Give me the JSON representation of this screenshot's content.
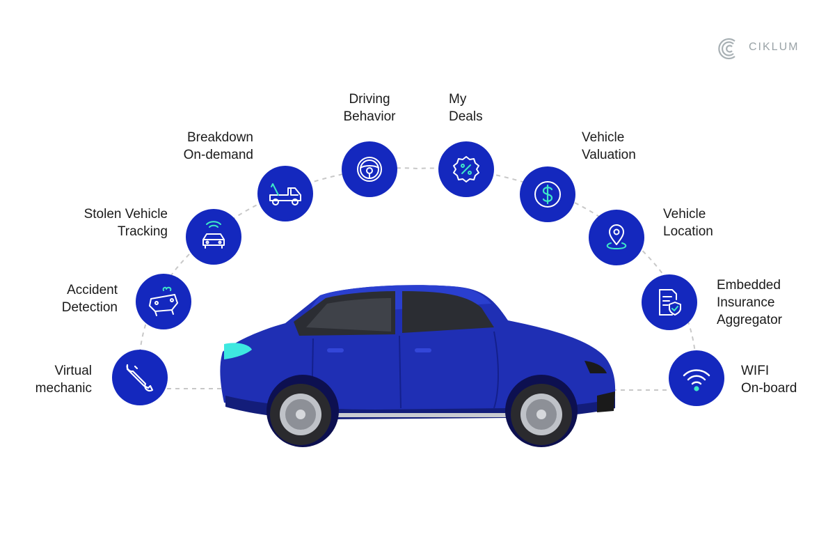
{
  "brand": {
    "name": "CIKLUM"
  },
  "colors": {
    "circle": "#1428be",
    "icon_stroke": "#ffffff",
    "icon_accent": "#3ee8c8",
    "dash": "#c8c8c8",
    "car_body": "#1f2fb4",
    "car_light": "#3ee8e0"
  },
  "features": [
    {
      "id": "virtual-mechanic",
      "icon": "wrench-icon",
      "lines": [
        "Virtual",
        "mechanic"
      ]
    },
    {
      "id": "accident-detection",
      "icon": "overturned-car-icon",
      "lines": [
        "Accident",
        "Detection"
      ]
    },
    {
      "id": "stolen-vehicle-tracking",
      "icon": "car-signal-icon",
      "lines": [
        "Stolen Vehicle",
        "Tracking"
      ]
    },
    {
      "id": "breakdown-on-demand",
      "icon": "tow-truck-icon",
      "lines": [
        "Breakdown",
        "On-demand"
      ]
    },
    {
      "id": "driving-behavior",
      "icon": "steering-wheel-icon",
      "lines": [
        "Driving",
        "Behavior"
      ]
    },
    {
      "id": "my-deals",
      "icon": "discount-badge-icon",
      "lines": [
        "My",
        "Deals"
      ]
    },
    {
      "id": "vehicle-valuation",
      "icon": "dollar-icon",
      "lines": [
        "Vehicle",
        "Valuation"
      ]
    },
    {
      "id": "vehicle-location",
      "icon": "location-pin-icon",
      "lines": [
        "Vehicle",
        "Location"
      ]
    },
    {
      "id": "embedded-insurance",
      "icon": "insurance-document-icon",
      "lines": [
        "Embedded",
        "Insurance",
        "Aggregator"
      ]
    },
    {
      "id": "wifi-on-board",
      "icon": "wifi-icon",
      "lines": [
        "WIFI",
        "On-board"
      ]
    }
  ]
}
